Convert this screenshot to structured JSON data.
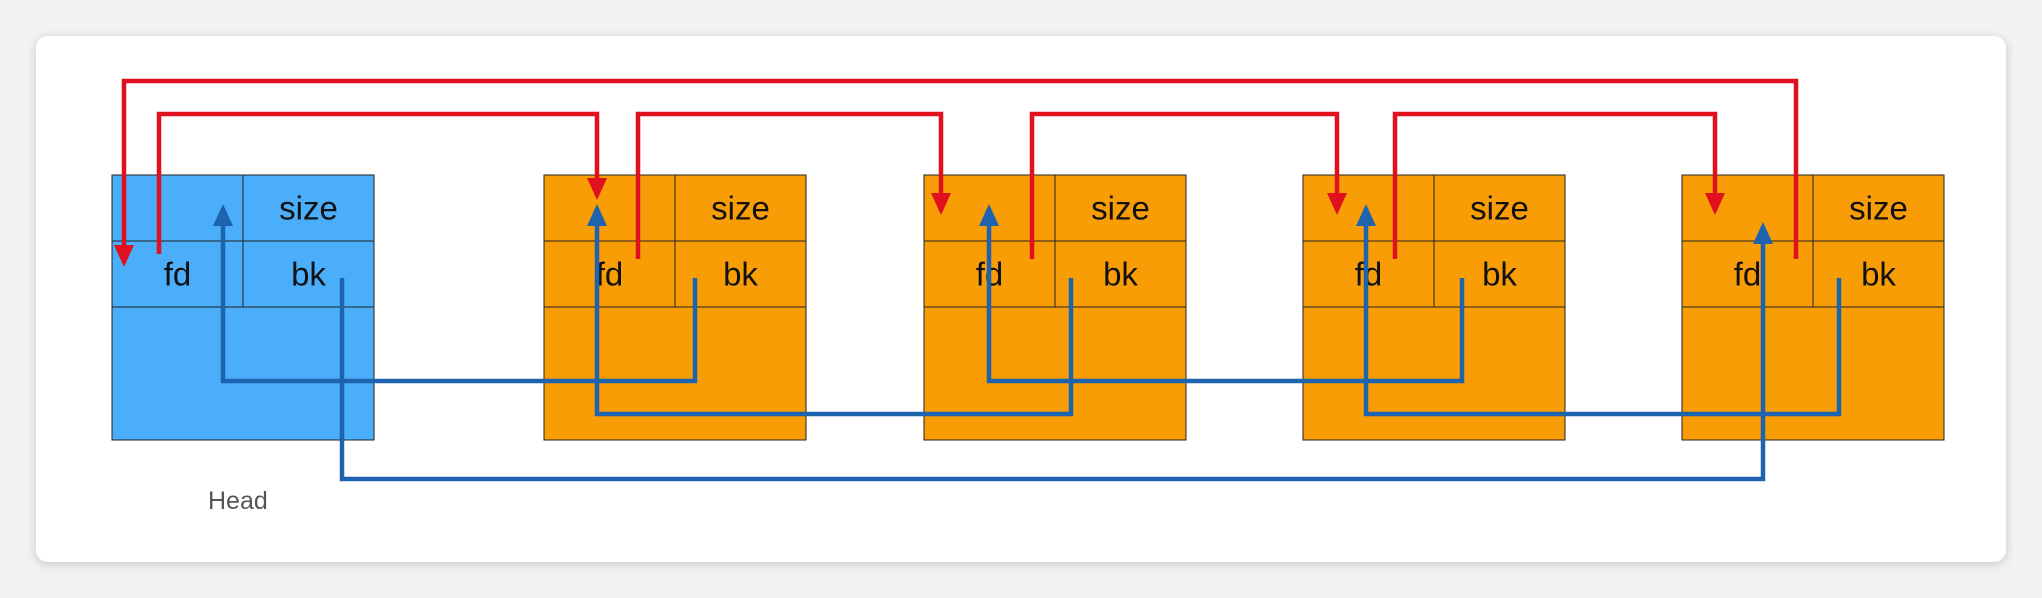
{
  "colors": {
    "head_fill": "#4aaefb",
    "chunk_fill": "#f99d07",
    "fd_link": "#e0101f",
    "bk_link": "#1e63ad",
    "border": "#222222"
  },
  "head_label": "Head",
  "chunks": [
    {
      "role": "head",
      "size_label": "size",
      "fd_label": "fd",
      "bk_label": "bk"
    },
    {
      "role": "chunk",
      "size_label": "size",
      "fd_label": "fd",
      "bk_label": "bk"
    },
    {
      "role": "chunk",
      "size_label": "size",
      "fd_label": "fd",
      "bk_label": "bk"
    },
    {
      "role": "chunk",
      "size_label": "size",
      "fd_label": "fd",
      "bk_label": "bk"
    },
    {
      "role": "chunk",
      "size_label": "size",
      "fd_label": "fd",
      "bk_label": "bk"
    }
  ],
  "fd_links": [
    {
      "from": 0,
      "to": 1
    },
    {
      "from": 1,
      "to": 2
    },
    {
      "from": 2,
      "to": 3
    },
    {
      "from": 3,
      "to": 4
    },
    {
      "from": 4,
      "to": 0
    }
  ],
  "bk_links": [
    {
      "from": 0,
      "to": 4
    },
    {
      "from": 1,
      "to": 0
    },
    {
      "from": 2,
      "to": 1
    },
    {
      "from": 3,
      "to": 2
    },
    {
      "from": 4,
      "to": 3
    }
  ]
}
